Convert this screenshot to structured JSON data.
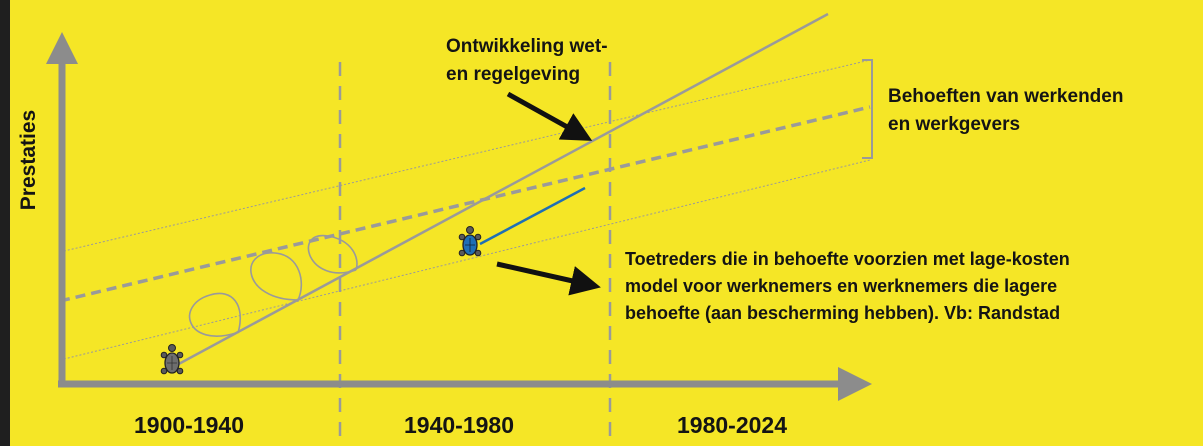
{
  "diagram": {
    "y_axis_label": "Prestaties",
    "periods": [
      "1900-1940",
      "1940-1980",
      "1980-2024"
    ],
    "annotations": {
      "law": "Ontwikkeling wet-\nen regelgeving",
      "needs": "Behoeften van werkenden\nen werkgevers",
      "entrants": "Toetreders die in behoefte voorzien met lage-kosten\nmodel voor werknemers en werknemers die lagere\nbehoefte (aan bescherming hebben). Vb: Randstad"
    },
    "colors": {
      "background": "#f5e626",
      "frame": "#1f1f1f",
      "lines": "#9a9a9a",
      "entrant_line": "#1f6fb5",
      "text": "#141414"
    },
    "icons": [
      "turtle-icon-gray",
      "turtle-icon-blue"
    ]
  }
}
